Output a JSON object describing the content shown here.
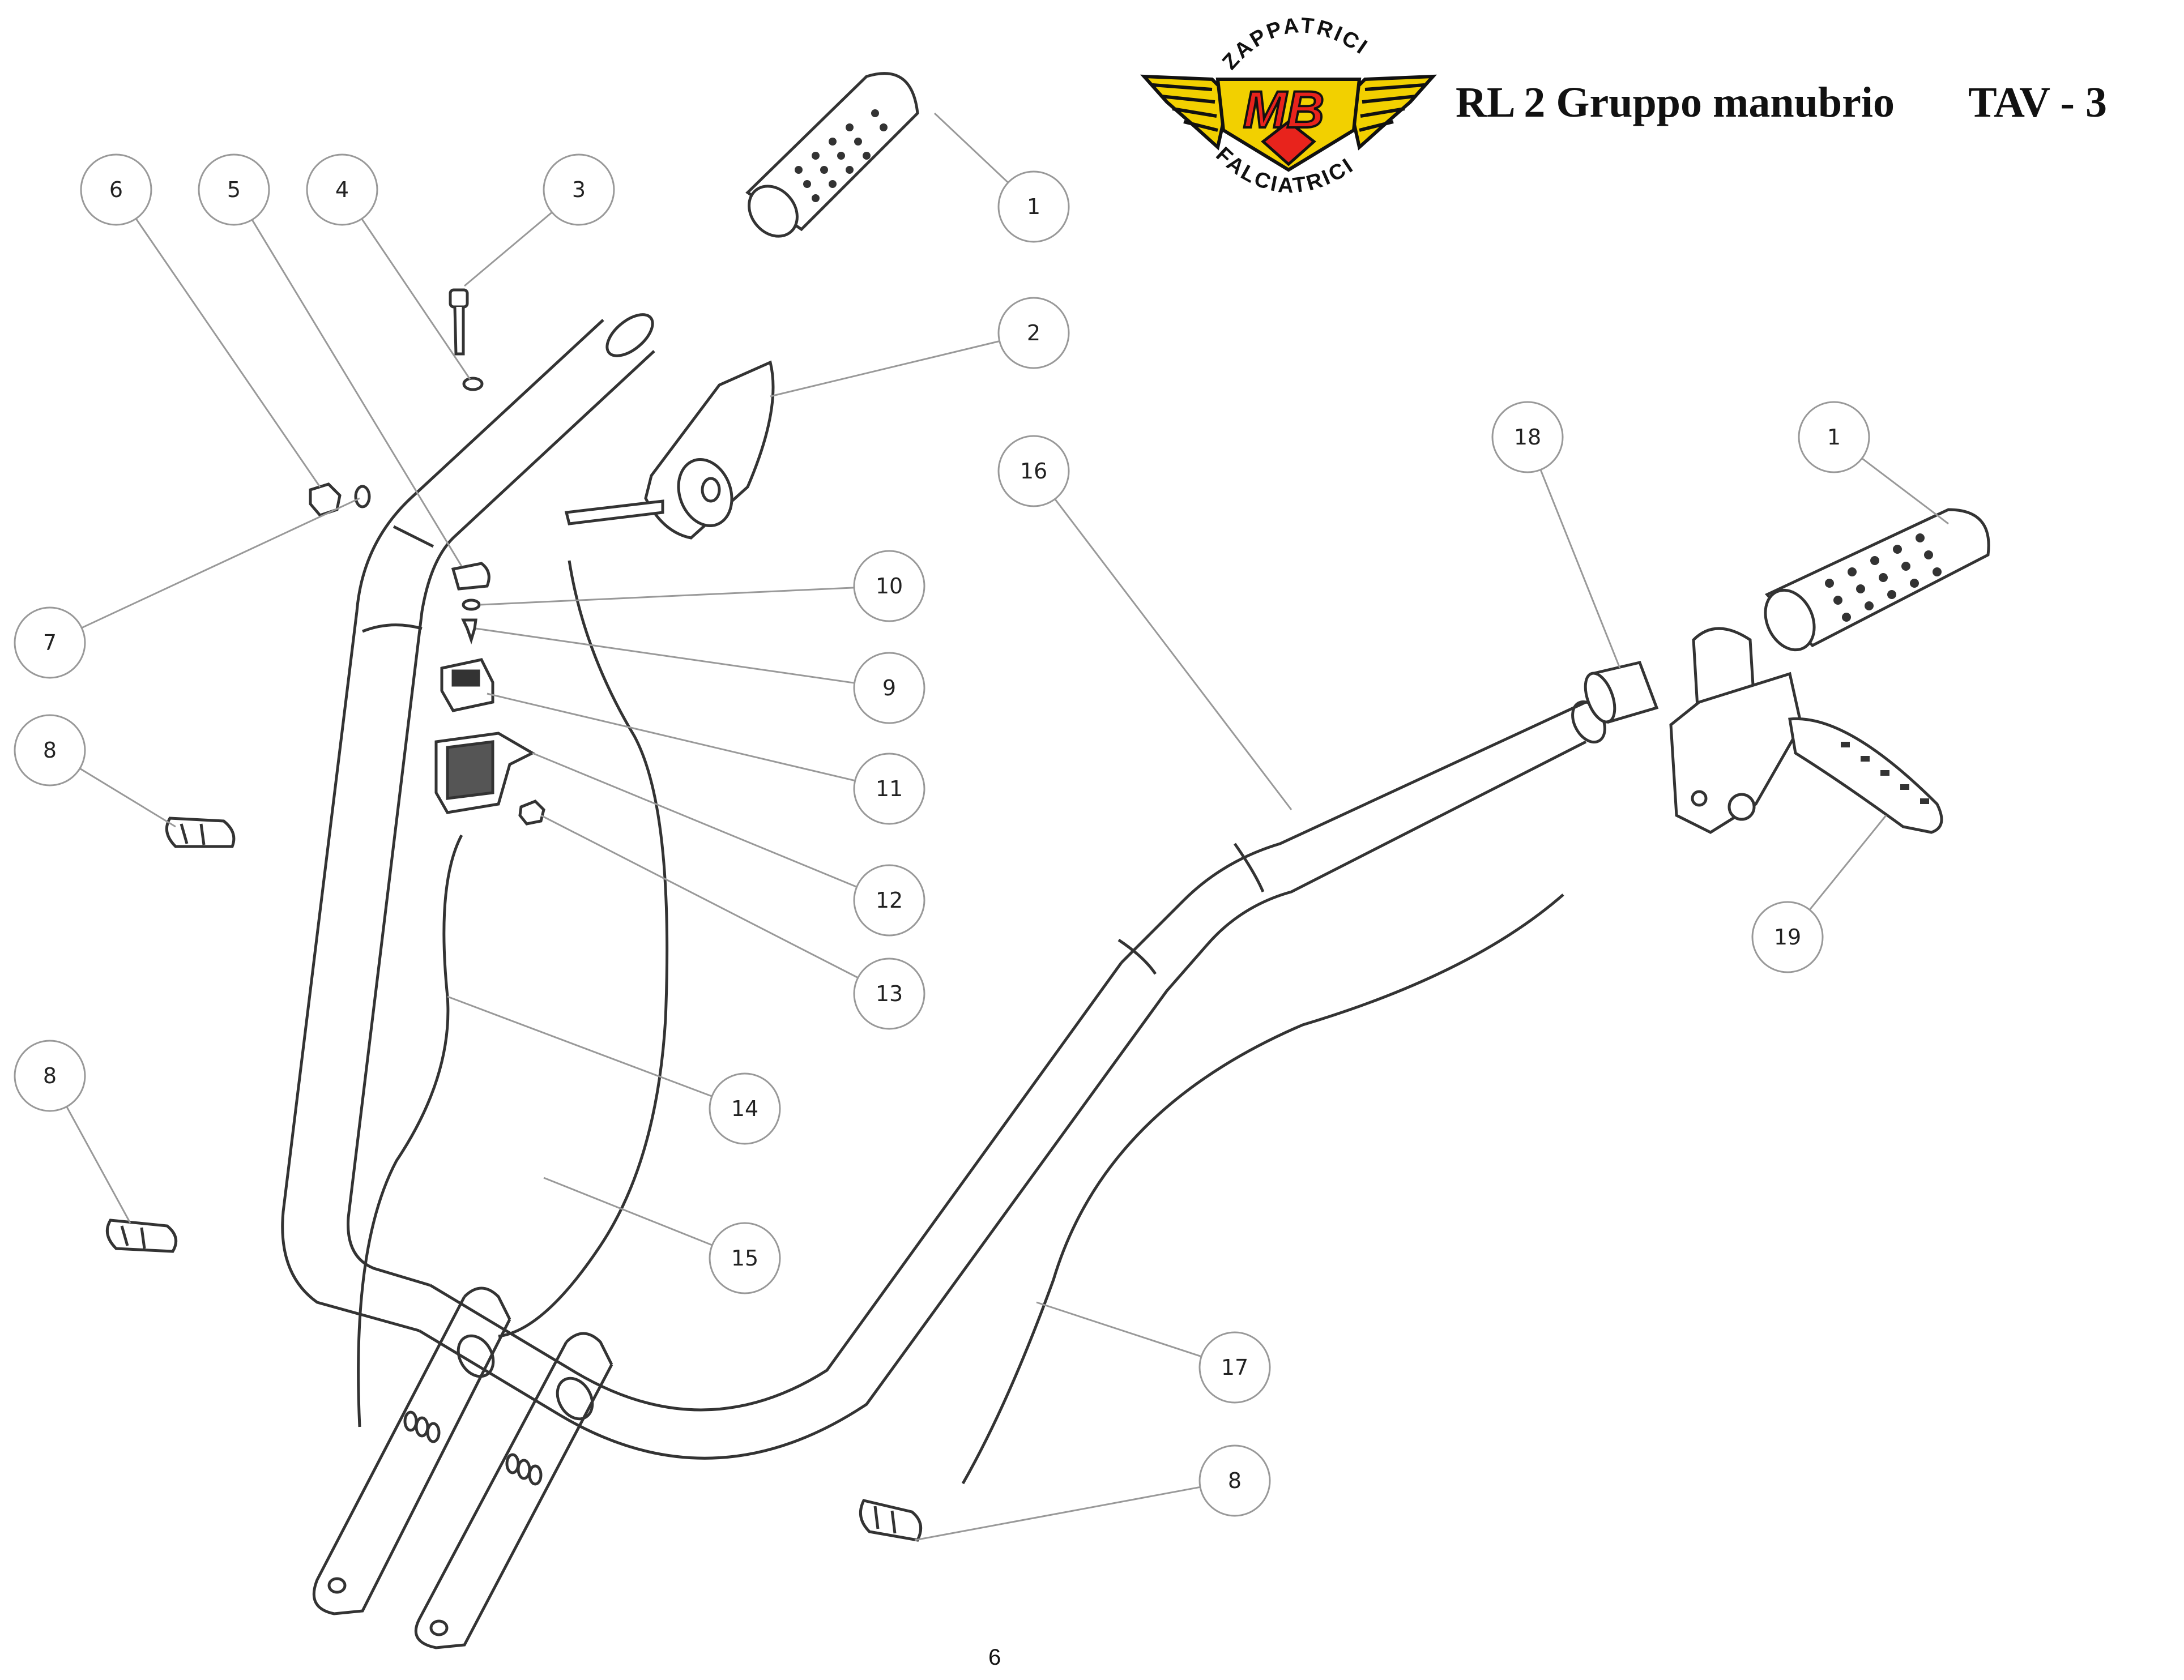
{
  "header": {
    "title": "RL 2 Gruppo manubrio",
    "table": "TAV - 3"
  },
  "logo": {
    "top_text": "ZAPPATRICI",
    "bottom_text": "FALCIATRICI",
    "mark": "MB",
    "colors": {
      "wing": "#f2d000",
      "mark_fill": "#e8231c",
      "outline": "#111111"
    }
  },
  "callouts": [
    {
      "id": "c1a",
      "label": "1"
    },
    {
      "id": "c2",
      "label": "2"
    },
    {
      "id": "c3",
      "label": "3"
    },
    {
      "id": "c4",
      "label": "4"
    },
    {
      "id": "c5",
      "label": "5"
    },
    {
      "id": "c6",
      "label": "6"
    },
    {
      "id": "c7",
      "label": "7"
    },
    {
      "id": "c8a",
      "label": "8"
    },
    {
      "id": "c8b",
      "label": "8"
    },
    {
      "id": "c8c",
      "label": "8"
    },
    {
      "id": "c9",
      "label": "9"
    },
    {
      "id": "c10",
      "label": "10"
    },
    {
      "id": "c11",
      "label": "11"
    },
    {
      "id": "c12",
      "label": "12"
    },
    {
      "id": "c13",
      "label": "13"
    },
    {
      "id": "c14",
      "label": "14"
    },
    {
      "id": "c15",
      "label": "15"
    },
    {
      "id": "c16",
      "label": "16"
    },
    {
      "id": "c17",
      "label": "17"
    },
    {
      "id": "c18",
      "label": "18"
    },
    {
      "id": "c1b",
      "label": "1"
    },
    {
      "id": "c19",
      "label": "19"
    }
  ],
  "footer": {
    "page_number": "6"
  }
}
